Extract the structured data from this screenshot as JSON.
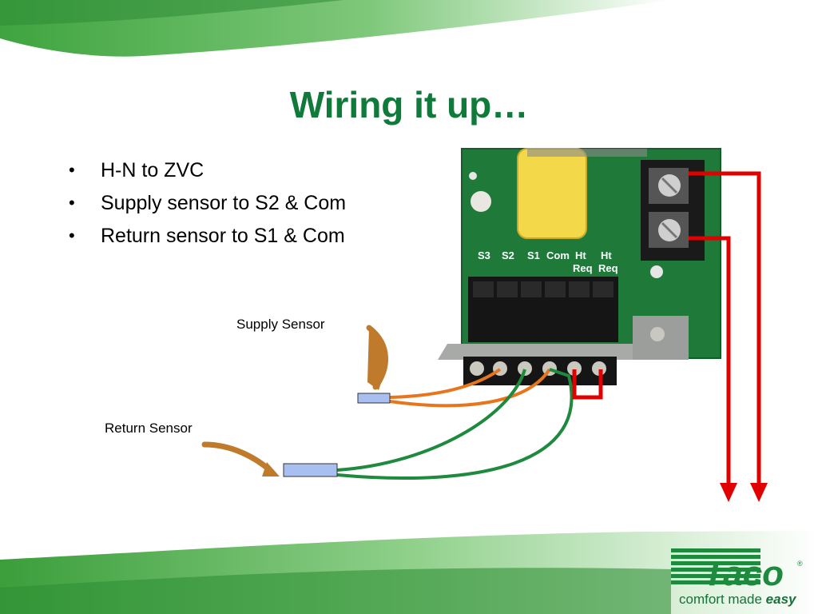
{
  "slide": {
    "title": "Wiring it up…",
    "bullets": [
      "H-N to ZVC",
      "Supply sensor to S2 & Com",
      "Return sensor to S1 & Com"
    ]
  },
  "diagram": {
    "supply_label": "Supply Sensor",
    "return_label": "Return Sensor",
    "board_terminals": [
      "S3",
      "S2",
      "S1",
      "Com",
      "Ht",
      "Ht"
    ],
    "board_terminals_sub": [
      "",
      "",
      "",
      "",
      "Req",
      "Req"
    ]
  },
  "logo": {
    "brand": "Taco",
    "tagline_main": "comfort made ",
    "tagline_emph": "easy",
    "registered": "®"
  },
  "colors": {
    "title_green": "#0f7a3a",
    "swoosh_green": "#4cae4c",
    "wire_orange": "#e8741c",
    "wire_green": "#1e8a3e",
    "wire_red": "#e00000",
    "sensor_blue": "#a9bff0"
  }
}
